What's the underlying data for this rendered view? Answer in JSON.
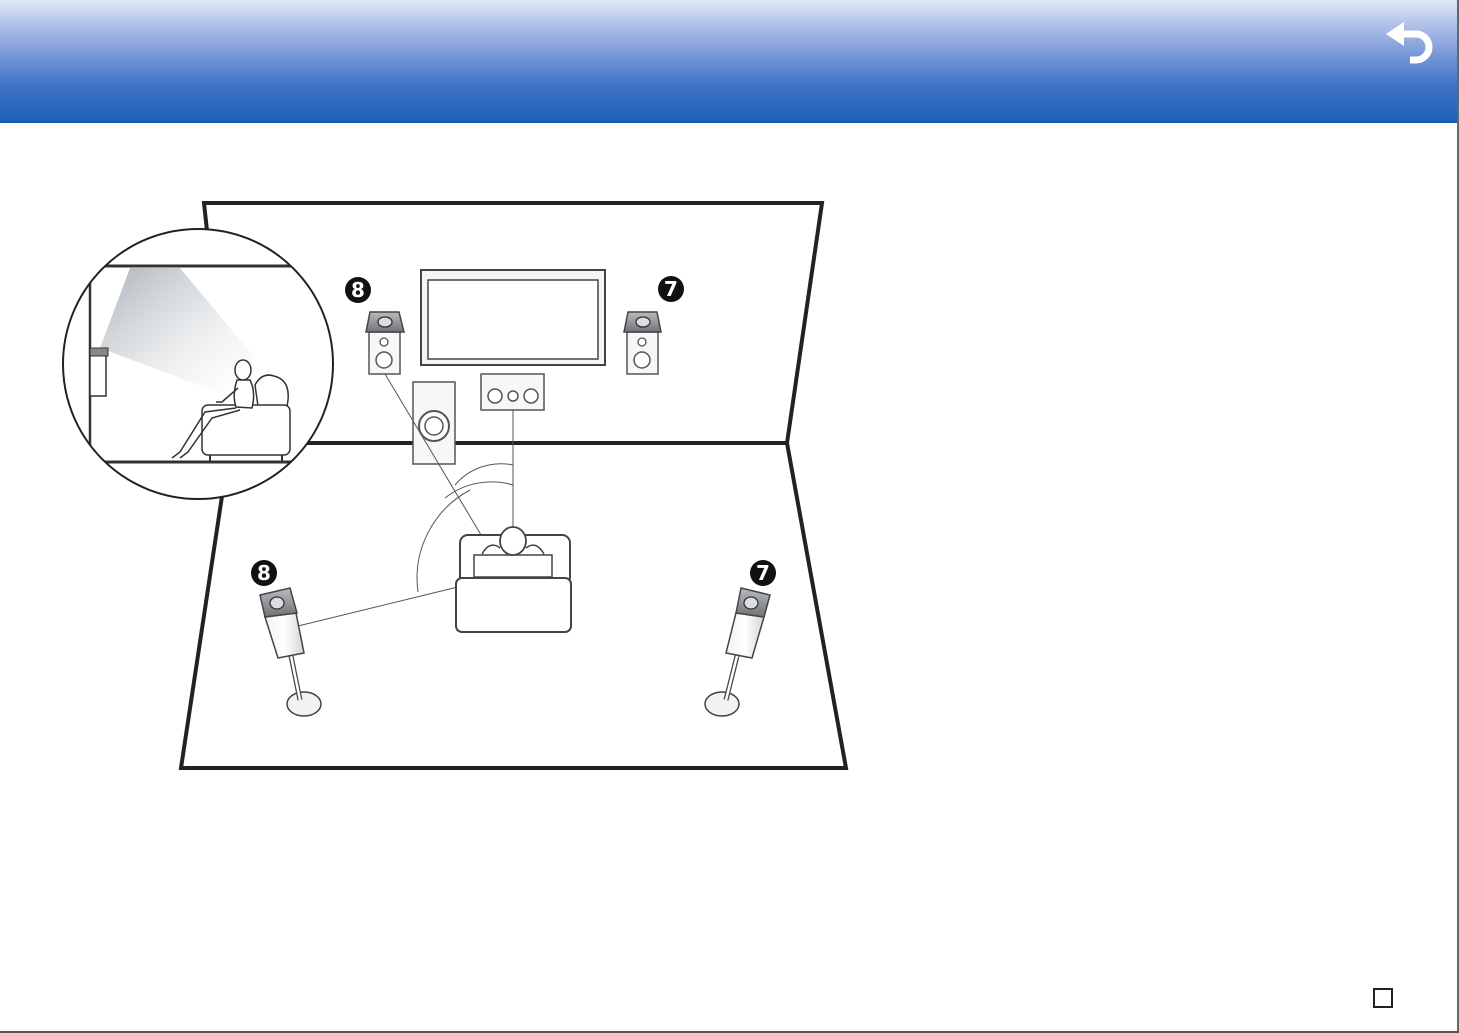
{
  "header": {
    "back_icon": "undo-arrow-icon",
    "colors": {
      "top": "#dfe6f7",
      "bottom": "#1c60b6"
    }
  },
  "diagram": {
    "badges": [
      {
        "id": "front-high-left",
        "label": "8"
      },
      {
        "id": "front-high-right",
        "label": "7"
      },
      {
        "id": "surround-left",
        "label": "8"
      },
      {
        "id": "surround-right",
        "label": "7"
      }
    ]
  },
  "footer": {
    "page_icon": "page-square-icon"
  }
}
